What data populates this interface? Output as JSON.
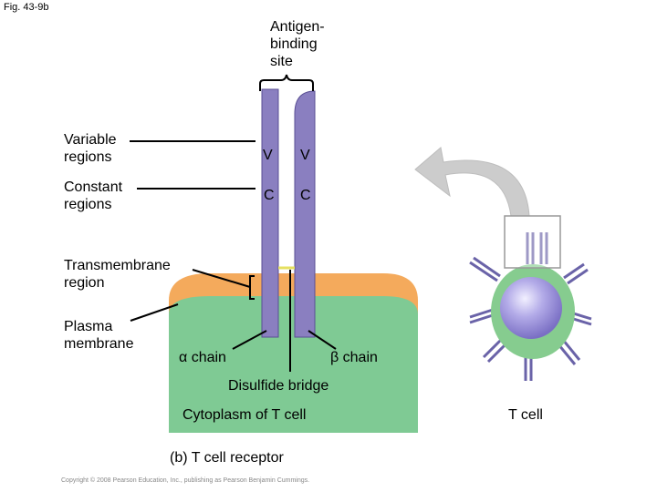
{
  "fig_label": "Fig. 43-9b",
  "labels": {
    "antigen_binding_site": [
      "Antigen-",
      "binding",
      "site"
    ],
    "variable_regions": [
      "Variable",
      "regions"
    ],
    "constant_regions": [
      "Constant",
      "regions"
    ],
    "transmembrane_region": [
      "Transmembrane",
      "region"
    ],
    "plasma_membrane": [
      "Plasma",
      "membrane"
    ],
    "alpha_chain": "α chain",
    "beta_chain": "β chain",
    "disulfide_bridge": "Disulfide bridge",
    "cytoplasm": "Cytoplasm of T cell",
    "caption": "(b) T cell receptor",
    "t_cell": "T cell",
    "copyright": "Copyright © 2008 Pearson Education, Inc., publishing as Pearson Benjamin Cummings."
  },
  "chain_letters": {
    "v1": "V",
    "v2": "V",
    "c1": "C",
    "c2": "C"
  },
  "colors": {
    "chain": "#8a7fc0",
    "chain_stroke": "#5a4f94",
    "membrane": "#f4aa5c",
    "cytoplasm": "#7fca94",
    "cell_body": "#86cc8f",
    "nucleus": "#a79ee0",
    "arrow": "#c8c8c8"
  }
}
